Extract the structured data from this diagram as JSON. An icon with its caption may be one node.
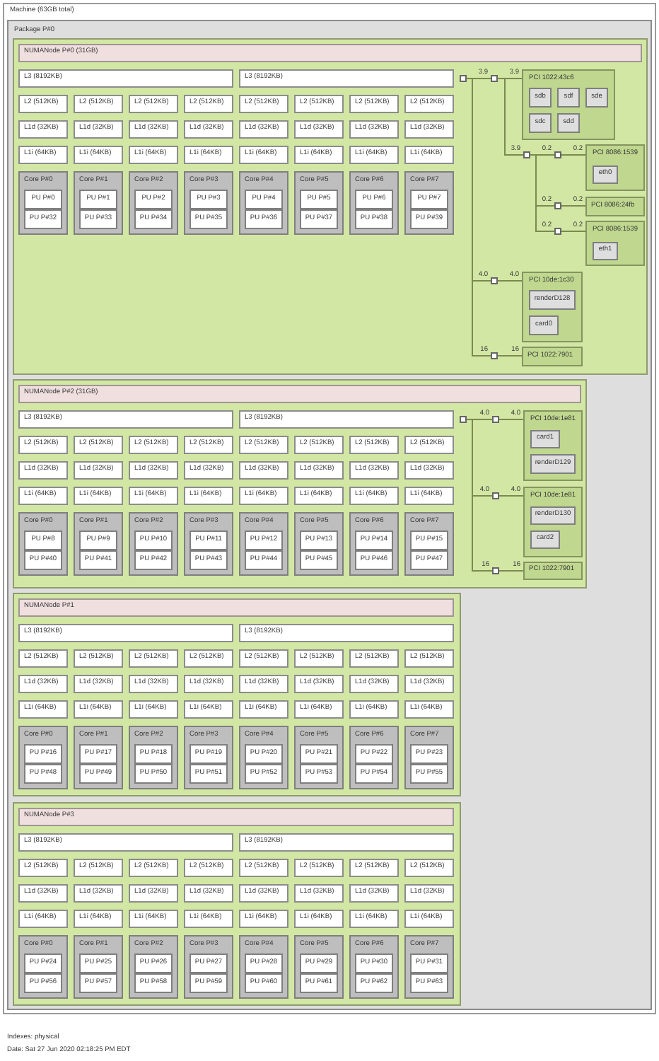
{
  "diagram": {
    "nodes": [
      {
        "text": [
          "Machine (63GB total)"
        ]
      },
      {
        "text": [
          "Package P#0"
        ],
        "in": 0
      },
      {
        "text": [],
        "shape": "box",
        "in": 1
      },
      {
        "text": [
          "NUMANode P#0 (31GB)"
        ],
        "in": 2
      },
      {
        "text": [
          "L3 (8192KB)"
        ],
        "in": 2
      },
      {
        "text": [
          "L3 (8192KB)"
        ],
        "in": 2
      },
      {
        "text": [
          "L2 (512KB)"
        ],
        "in": 2
      },
      {
        "text": [
          "L2 (512KB)"
        ],
        "in": 2
      },
      {
        "text": [
          "L2 (512KB)"
        ],
        "in": 2
      },
      {
        "text": [
          "L2 (512KB)"
        ],
        "in": 2
      },
      {
        "text": [
          "L2 (512KB)"
        ],
        "in": 2
      },
      {
        "text": [
          "L2 (512KB)"
        ],
        "in": 2
      },
      {
        "text": [
          "L2 (512KB)"
        ],
        "in": 2
      },
      {
        "text": [
          "L2 (512KB)"
        ],
        "in": 2
      },
      {
        "text": [
          "L1d (32KB)"
        ],
        "in": 2
      },
      {
        "text": [
          "L1d (32KB)"
        ],
        "in": 2
      },
      {
        "text": [
          "L1d (32KB)"
        ],
        "in": 2
      },
      {
        "text": [
          "L1d (32KB)"
        ],
        "in": 2
      },
      {
        "text": [
          "L1d (32KB)"
        ],
        "in": 2
      },
      {
        "text": [
          "L1d (32KB)"
        ],
        "in": 2
      },
      {
        "text": [
          "L1d (32KB)"
        ],
        "in": 2
      },
      {
        "text": [
          "L1d (32KB)"
        ],
        "in": 2
      },
      {
        "text": [
          "L1i (64KB)"
        ],
        "in": 2
      },
      {
        "text": [
          "L1i (64KB)"
        ],
        "in": 2
      },
      {
        "text": [
          "L1i (64KB)"
        ],
        "in": 2
      },
      {
        "text": [
          "L1i (64KB)"
        ],
        "in": 2
      },
      {
        "text": [
          "L1i (64KB)"
        ],
        "in": 2
      },
      {
        "text": [
          "L1i (64KB)"
        ],
        "in": 2
      },
      {
        "text": [
          "L1i (64KB)"
        ],
        "in": 2
      },
      {
        "text": [
          "L1i (64KB)"
        ],
        "in": 2
      },
      {
        "text": [
          "Core P#0"
        ],
        "in": 2
      },
      {
        "text": [
          "PU P#0"
        ],
        "in": 30
      },
      {
        "text": [
          "PU P#32"
        ],
        "in": 30
      },
      {
        "text": [
          "Core P#1"
        ],
        "in": 2
      },
      {
        "text": [
          "PU P#1"
        ],
        "in": 33
      },
      {
        "text": [
          "PU P#33"
        ],
        "in": 33
      },
      {
        "text": [
          "Core P#2"
        ],
        "in": 2
      },
      {
        "text": [
          "PU P#2"
        ],
        "in": 36
      },
      {
        "text": [
          "PU P#34"
        ],
        "in": 36
      },
      {
        "text": [
          "Core P#3"
        ],
        "in": 2
      },
      {
        "text": [
          "PU P#3"
        ],
        "in": 39
      },
      {
        "text": [
          "PU P#35"
        ],
        "in": 39
      },
      {
        "text": [
          "Core P#4"
        ],
        "in": 2
      },
      {
        "text": [
          "PU P#4"
        ],
        "in": 42
      },
      {
        "text": [
          "PU P#36"
        ],
        "in": 42
      },
      {
        "text": [
          "Core P#5"
        ],
        "in": 2
      },
      {
        "text": [
          "PU P#5"
        ],
        "in": 45
      },
      {
        "text": [
          "PU P#37"
        ],
        "in": 45
      },
      {
        "text": [
          "Core P#6"
        ],
        "in": 2
      },
      {
        "text": [
          "PU P#6"
        ],
        "in": 48
      },
      {
        "text": [
          "PU P#38"
        ],
        "in": 48
      },
      {
        "text": [
          "Core P#7"
        ],
        "in": 2
      },
      {
        "text": [
          "PU P#7"
        ],
        "in": 51
      },
      {
        "text": [
          "PU P#39"
        ],
        "in": 51
      },
      {
        "text": [],
        "shape": "box",
        "in": 2
      },
      {
        "text": [],
        "shape": "box",
        "in": 2
      },
      {
        "text": [
          "PCI 1022:43c6"
        ],
        "in": 2
      },
      {
        "text": [
          "sdb"
        ],
        "in": 56
      },
      {
        "text": [
          "sdf"
        ],
        "in": 56
      },
      {
        "text": [
          "sde"
        ],
        "in": 56
      },
      {
        "text": [
          "sdc"
        ],
        "in": 56
      },
      {
        "text": [
          "sdd"
        ],
        "in": 56
      },
      {
        "text": [],
        "shape": "box",
        "in": 2
      },
      {
        "text": [],
        "shape": "box",
        "in": 2
      },
      {
        "text": [
          "PCI 8086:1539"
        ],
        "in": 2
      },
      {
        "text": [
          "eth0"
        ],
        "in": 64
      },
      {
        "text": [],
        "shape": "box",
        "in": 2
      },
      {
        "text": [
          "PCI 8086:24fb"
        ],
        "in": 2
      },
      {
        "text": [],
        "shape": "box",
        "in": 2
      },
      {
        "text": [
          "PCI 8086:1539"
        ],
        "in": 2
      },
      {
        "text": [
          "eth1"
        ],
        "in": 69
      },
      {
        "text": [],
        "shape": "box",
        "in": 2
      },
      {
        "text": [
          "PCI 10de:1c30"
        ],
        "in": 2
      },
      {
        "text": [
          "renderD128"
        ],
        "in": 72
      },
      {
        "text": [
          "card0"
        ],
        "in": 72
      },
      {
        "text": [],
        "shape": "box",
        "in": 2
      },
      {
        "text": [
          "PCI 1022:7901"
        ],
        "in": 2
      },
      {
        "text": [],
        "shape": "box",
        "in": 1
      },
      {
        "text": [
          "NUMANode P#2 (31GB)"
        ],
        "in": 77
      },
      {
        "text": [
          "L3 (8192KB)"
        ],
        "in": 77
      },
      {
        "text": [
          "L3 (8192KB)"
        ],
        "in": 77
      },
      {
        "text": [
          "L2 (512KB)"
        ],
        "in": 77
      },
      {
        "text": [
          "L2 (512KB)"
        ],
        "in": 77
      },
      {
        "text": [
          "L2 (512KB)"
        ],
        "in": 77
      },
      {
        "text": [
          "L2 (512KB)"
        ],
        "in": 77
      },
      {
        "text": [
          "L2 (512KB)"
        ],
        "in": 77
      },
      {
        "text": [
          "L2 (512KB)"
        ],
        "in": 77
      },
      {
        "text": [
          "L2 (512KB)"
        ],
        "in": 77
      },
      {
        "text": [
          "L2 (512KB)"
        ],
        "in": 77
      },
      {
        "text": [
          "L1d (32KB)"
        ],
        "in": 77
      },
      {
        "text": [
          "L1d (32KB)"
        ],
        "in": 77
      },
      {
        "text": [
          "L1d (32KB)"
        ],
        "in": 77
      },
      {
        "text": [
          "L1d (32KB)"
        ],
        "in": 77
      },
      {
        "text": [
          "L1d (32KB)"
        ],
        "in": 77
      },
      {
        "text": [
          "L1d (32KB)"
        ],
        "in": 77
      },
      {
        "text": [
          "L1d (32KB)"
        ],
        "in": 77
      },
      {
        "text": [
          "L1d (32KB)"
        ],
        "in": 77
      },
      {
        "text": [
          "L1i (64KB)"
        ],
        "in": 77
      },
      {
        "text": [
          "L1i (64KB)"
        ],
        "in": 77
      },
      {
        "text": [
          "L1i (64KB)"
        ],
        "in": 77
      },
      {
        "text": [
          "L1i (64KB)"
        ],
        "in": 77
      },
      {
        "text": [
          "L1i (64KB)"
        ],
        "in": 77
      },
      {
        "text": [
          "L1i (64KB)"
        ],
        "in": 77
      },
      {
        "text": [
          "L1i (64KB)"
        ],
        "in": 77
      },
      {
        "text": [
          "L1i (64KB)"
        ],
        "in": 77
      },
      {
        "text": [
          "Core P#0"
        ],
        "in": 77
      },
      {
        "text": [
          "PU P#8"
        ],
        "in": 105
      },
      {
        "text": [
          "PU P#40"
        ],
        "in": 105
      },
      {
        "text": [
          "Core P#1"
        ],
        "in": 77
      },
      {
        "text": [
          "PU P#9"
        ],
        "in": 108
      },
      {
        "text": [
          "PU P#41"
        ],
        "in": 108
      },
      {
        "text": [
          "Core P#2"
        ],
        "in": 77
      },
      {
        "text": [
          "PU P#10"
        ],
        "in": 111
      },
      {
        "text": [
          "PU P#42"
        ],
        "in": 111
      },
      {
        "text": [
          "Core P#3"
        ],
        "in": 77
      },
      {
        "text": [
          "PU P#11"
        ],
        "in": 114
      },
      {
        "text": [
          "PU P#43"
        ],
        "in": 114
      },
      {
        "text": [
          "Core P#4"
        ],
        "in": 77
      },
      {
        "text": [
          "PU P#12"
        ],
        "in": 117
      },
      {
        "text": [
          "PU P#44"
        ],
        "in": 117
      },
      {
        "text": [
          "Core P#5"
        ],
        "in": 77
      },
      {
        "text": [
          "PU P#13"
        ],
        "in": 120
      },
      {
        "text": [
          "PU P#45"
        ],
        "in": 120
      },
      {
        "text": [
          "Core P#6"
        ],
        "in": 77
      },
      {
        "text": [
          "PU P#14"
        ],
        "in": 123
      },
      {
        "text": [
          "PU P#46"
        ],
        "in": 123
      },
      {
        "text": [
          "Core P#7"
        ],
        "in": 77
      },
      {
        "text": [
          "PU P#15"
        ],
        "in": 126
      },
      {
        "text": [
          "PU P#47"
        ],
        "in": 126
      },
      {
        "text": [],
        "shape": "box",
        "in": 77
      },
      {
        "text": [],
        "shape": "box",
        "in": 77
      },
      {
        "text": [
          "PCI 10de:1e81"
        ],
        "in": 77
      },
      {
        "text": [
          "card1"
        ],
        "in": 131
      },
      {
        "text": [
          "renderD129"
        ],
        "in": 131
      },
      {
        "text": [],
        "shape": "box",
        "in": 77
      },
      {
        "text": [
          "PCI 10de:1e81"
        ],
        "in": 77
      },
      {
        "text": [
          "renderD130"
        ],
        "in": 135
      },
      {
        "text": [
          "card2"
        ],
        "in": 135
      },
      {
        "text": [],
        "shape": "box",
        "in": 77
      },
      {
        "text": [
          "PCI 1022:7901"
        ],
        "in": 77
      },
      {
        "text": [],
        "shape": "box",
        "in": 1
      },
      {
        "text": [
          "NUMANode P#1"
        ],
        "in": 140
      },
      {
        "text": [
          "L3 (8192KB)"
        ],
        "in": 140
      },
      {
        "text": [
          "L3 (8192KB)"
        ],
        "in": 140
      },
      {
        "text": [
          "L2 (512KB)"
        ],
        "in": 140
      },
      {
        "text": [
          "L2 (512KB)"
        ],
        "in": 140
      },
      {
        "text": [
          "L2 (512KB)"
        ],
        "in": 140
      },
      {
        "text": [
          "L2 (512KB)"
        ],
        "in": 140
      },
      {
        "text": [
          "L2 (512KB)"
        ],
        "in": 140
      },
      {
        "text": [
          "L2 (512KB)"
        ],
        "in": 140
      },
      {
        "text": [
          "L2 (512KB)"
        ],
        "in": 140
      },
      {
        "text": [
          "L2 (512KB)"
        ],
        "in": 140
      },
      {
        "text": [
          "L1d (32KB)"
        ],
        "in": 140
      },
      {
        "text": [
          "L1d (32KB)"
        ],
        "in": 140
      },
      {
        "text": [
          "L1d (32KB)"
        ],
        "in": 140
      },
      {
        "text": [
          "L1d (32KB)"
        ],
        "in": 140
      },
      {
        "text": [
          "L1d (32KB)"
        ],
        "in": 140
      },
      {
        "text": [
          "L1d (32KB)"
        ],
        "in": 140
      },
      {
        "text": [
          "L1d (32KB)"
        ],
        "in": 140
      },
      {
        "text": [
          "L1d (32KB)"
        ],
        "in": 140
      },
      {
        "text": [
          "L1i (64KB)"
        ],
        "in": 140
      },
      {
        "text": [
          "L1i (64KB)"
        ],
        "in": 140
      },
      {
        "text": [
          "L1i (64KB)"
        ],
        "in": 140
      },
      {
        "text": [
          "L1i (64KB)"
        ],
        "in": 140
      },
      {
        "text": [
          "L1i (64KB)"
        ],
        "in": 140
      },
      {
        "text": [
          "L1i (64KB)"
        ],
        "in": 140
      },
      {
        "text": [
          "L1i (64KB)"
        ],
        "in": 140
      },
      {
        "text": [
          "L1i (64KB)"
        ],
        "in": 140
      },
      {
        "text": [
          "Core P#0"
        ],
        "in": 140
      },
      {
        "text": [
          "PU P#16"
        ],
        "in": 168
      },
      {
        "text": [
          "PU P#48"
        ],
        "in": 168
      },
      {
        "text": [
          "Core P#1"
        ],
        "in": 140
      },
      {
        "text": [
          "PU P#17"
        ],
        "in": 171
      },
      {
        "text": [
          "PU P#49"
        ],
        "in": 171
      },
      {
        "text": [
          "Core P#2"
        ],
        "in": 140
      },
      {
        "text": [
          "PU P#18"
        ],
        "in": 174
      },
      {
        "text": [
          "PU P#50"
        ],
        "in": 174
      },
      {
        "text": [
          "Core P#3"
        ],
        "in": 140
      },
      {
        "text": [
          "PU P#19"
        ],
        "in": 177
      },
      {
        "text": [
          "PU P#51"
        ],
        "in": 177
      },
      {
        "text": [
          "Core P#4"
        ],
        "in": 140
      },
      {
        "text": [
          "PU P#20"
        ],
        "in": 180
      },
      {
        "text": [
          "PU P#52"
        ],
        "in": 180
      },
      {
        "text": [
          "Core P#5"
        ],
        "in": 140
      },
      {
        "text": [
          "PU P#21"
        ],
        "in": 183
      },
      {
        "text": [
          "PU P#53"
        ],
        "in": 183
      },
      {
        "text": [
          "Core P#6"
        ],
        "in": 140
      },
      {
        "text": [
          "PU P#22"
        ],
        "in": 186
      },
      {
        "text": [
          "PU P#54"
        ],
        "in": 186
      },
      {
        "text": [
          "Core P#7"
        ],
        "in": 140
      },
      {
        "text": [
          "PU P#23"
        ],
        "in": 189
      },
      {
        "text": [
          "PU P#55"
        ],
        "in": 189
      },
      {
        "text": [],
        "shape": "box",
        "in": 1
      },
      {
        "text": [
          "NUMANode P#3"
        ],
        "in": 192
      },
      {
        "text": [
          "L3 (8192KB)"
        ],
        "in": 192
      },
      {
        "text": [
          "L3 (8192KB)"
        ],
        "in": 192
      },
      {
        "text": [
          "L2 (512KB)"
        ],
        "in": 192
      },
      {
        "text": [
          "L2 (512KB)"
        ],
        "in": 192
      },
      {
        "text": [
          "L2 (512KB)"
        ],
        "in": 192
      },
      {
        "text": [
          "L2 (512KB)"
        ],
        "in": 192
      },
      {
        "text": [
          "L2 (512KB)"
        ],
        "in": 192
      },
      {
        "text": [
          "L2 (512KB)"
        ],
        "in": 192
      },
      {
        "text": [
          "L2 (512KB)"
        ],
        "in": 192
      },
      {
        "text": [
          "L2 (512KB)"
        ],
        "in": 192
      },
      {
        "text": [
          "L1d (32KB)"
        ],
        "in": 192
      },
      {
        "text": [
          "L1d (32KB)"
        ],
        "in": 192
      },
      {
        "text": [
          "L1d (32KB)"
        ],
        "in": 192
      },
      {
        "text": [
          "L1d (32KB)"
        ],
        "in": 192
      },
      {
        "text": [
          "L1d (32KB)"
        ],
        "in": 192
      },
      {
        "text": [
          "L1d (32KB)"
        ],
        "in": 192
      },
      {
        "text": [
          "L1d (32KB)"
        ],
        "in": 192
      },
      {
        "text": [
          "L1d (32KB)"
        ],
        "in": 192
      },
      {
        "text": [
          "L1i (64KB)"
        ],
        "in": 192
      },
      {
        "text": [
          "L1i (64KB)"
        ],
        "in": 192
      },
      {
        "text": [
          "L1i (64KB)"
        ],
        "in": 192
      },
      {
        "text": [
          "L1i (64KB)"
        ],
        "in": 192
      },
      {
        "text": [
          "L1i (64KB)"
        ],
        "in": 192
      },
      {
        "text": [
          "L1i (64KB)"
        ],
        "in": 192
      },
      {
        "text": [
          "L1i (64KB)"
        ],
        "in": 192
      },
      {
        "text": [
          "L1i (64KB)"
        ],
        "in": 192
      },
      {
        "text": [
          "Core P#0"
        ],
        "in": 192
      },
      {
        "text": [
          "PU P#24"
        ],
        "in": 220
      },
      {
        "text": [
          "PU P#56"
        ],
        "in": 220
      },
      {
        "text": [
          "Core P#1"
        ],
        "in": 192
      },
      {
        "text": [
          "PU P#25"
        ],
        "in": 223
      },
      {
        "text": [
          "PU P#57"
        ],
        "in": 223
      },
      {
        "text": [
          "Core P#2"
        ],
        "in": 192
      },
      {
        "text": [
          "PU P#26"
        ],
        "in": 226
      },
      {
        "text": [
          "PU P#58"
        ],
        "in": 226
      },
      {
        "text": [
          "Core P#3"
        ],
        "in": 192
      },
      {
        "text": [
          "PU P#27"
        ],
        "in": 229
      },
      {
        "text": [
          "PU P#59"
        ],
        "in": 229
      },
      {
        "text": [
          "Core P#4"
        ],
        "in": 192
      },
      {
        "text": [
          "PU P#28"
        ],
        "in": 232
      },
      {
        "text": [
          "PU P#60"
        ],
        "in": 232
      },
      {
        "text": [
          "Core P#5"
        ],
        "in": 192
      },
      {
        "text": [
          "PU P#29"
        ],
        "in": 235
      },
      {
        "text": [
          "PU P#61"
        ],
        "in": 235
      },
      {
        "text": [
          "Core P#6"
        ],
        "in": 192
      },
      {
        "text": [
          "PU P#30"
        ],
        "in": 238
      },
      {
        "text": [
          "PU P#62"
        ],
        "in": 238
      },
      {
        "text": [
          "Core P#7"
        ],
        "in": 192
      },
      {
        "text": [
          "PU P#31"
        ],
        "in": 241
      },
      {
        "text": [
          "PU P#63"
        ],
        "in": 241
      }
    ],
    "edges": [
      {
        "from": 54,
        "to": 55,
        "arrow": "none",
        "label": "3.9"
      },
      {
        "from": 55,
        "to": 56,
        "arrow": "none",
        "label": "3.9"
      },
      {
        "from": 55,
        "to": 62,
        "arrow": "none",
        "label": "3.9"
      },
      {
        "from": 62,
        "to": 63,
        "arrow": "none",
        "label": "0.2"
      },
      {
        "from": 63,
        "to": 64,
        "arrow": "none",
        "label": "0.2"
      },
      {
        "from": 62,
        "to": 66,
        "arrow": "none",
        "label": "0.2"
      },
      {
        "from": 66,
        "to": 67,
        "arrow": "none",
        "label": "0.2"
      },
      {
        "from": 62,
        "to": 68,
        "arrow": "none",
        "label": "0.2"
      },
      {
        "from": 68,
        "to": 69,
        "arrow": "none",
        "label": "0.2"
      },
      {
        "from": 54,
        "to": 71,
        "arrow": "none",
        "label": "4.0"
      },
      {
        "from": 71,
        "to": 72,
        "arrow": "none",
        "label": "4.0"
      },
      {
        "from": 54,
        "to": 75,
        "arrow": "none",
        "label": "16"
      },
      {
        "from": 75,
        "to": 76,
        "arrow": "none",
        "label": "16"
      },
      {
        "from": 129,
        "to": 130,
        "arrow": "none",
        "label": "4.0"
      },
      {
        "from": 130,
        "to": 131,
        "arrow": "none",
        "label": "4.0"
      },
      {
        "from": 129,
        "to": 134,
        "arrow": "none",
        "label": "4.0"
      },
      {
        "from": 134,
        "to": 135,
        "arrow": "none",
        "label": "4.0"
      },
      {
        "from": 129,
        "to": 138,
        "arrow": "none",
        "label": "16"
      },
      {
        "from": 138,
        "to": 139,
        "arrow": "none",
        "label": "16"
      }
    ],
    "labels": [
      "Indexes: physical",
      "Date: Sat 27 Jun 2020 02:18:25 PM EDT"
    ]
  }
}
